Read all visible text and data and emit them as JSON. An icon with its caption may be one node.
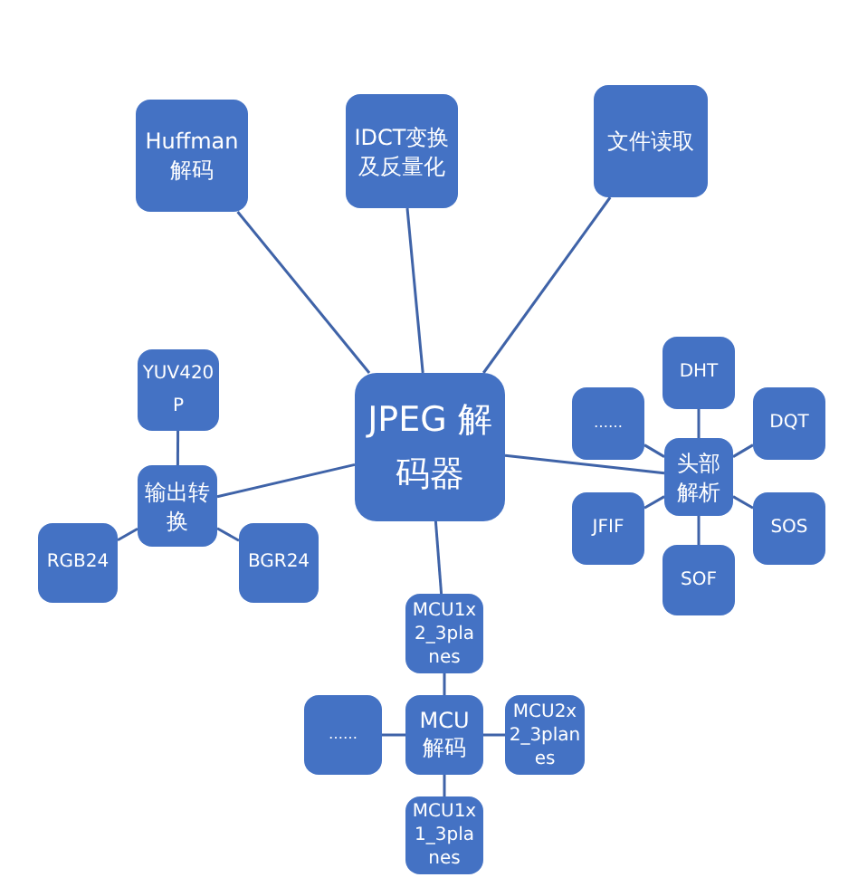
{
  "diagram": {
    "nodes": [
      {
        "text": [
          "JPEG 解码器"
        ]
      },
      {
        "text": [
          "Huffman 解码"
        ]
      },
      {
        "text": [
          "IDCT变换及反量化"
        ]
      },
      {
        "text": [
          "文件读取"
        ]
      },
      {
        "text": [
          "YUV420P"
        ]
      },
      {
        "text": [
          "输出转换"
        ]
      },
      {
        "text": [
          "RGB24"
        ]
      },
      {
        "text": [
          "BGR24"
        ]
      },
      {
        "text": [
          "头部解析"
        ]
      },
      {
        "text": [
          "DHT"
        ]
      },
      {
        "text": [
          "……"
        ]
      },
      {
        "text": [
          "DQT"
        ]
      },
      {
        "text": [
          "JFIF"
        ]
      },
      {
        "text": [
          "SOS"
        ]
      },
      {
        "text": [
          "SOF"
        ]
      },
      {
        "text": [
          "MCU1x2_3planes"
        ]
      },
      {
        "text": [
          "MCU 解码"
        ]
      },
      {
        "text": [
          "……"
        ]
      },
      {
        "text": [
          "MCU2x2_3planes"
        ]
      },
      {
        "text": [
          "MCU1x1_3planes"
        ]
      }
    ],
    "edges": [
      {
        "from": 0,
        "to": 1,
        "arrow": "none"
      },
      {
        "from": 0,
        "to": 2,
        "arrow": "none"
      },
      {
        "from": 0,
        "to": 3,
        "arrow": "none"
      },
      {
        "from": 0,
        "to": 5,
        "arrow": "none"
      },
      {
        "from": 0,
        "to": 8,
        "arrow": "none"
      },
      {
        "from": 0,
        "to": 15,
        "arrow": "none"
      },
      {
        "from": 5,
        "to": 4,
        "arrow": "none"
      },
      {
        "from": 5,
        "to": 6,
        "arrow": "none"
      },
      {
        "from": 5,
        "to": 7,
        "arrow": "none"
      },
      {
        "from": 8,
        "to": 9,
        "arrow": "none"
      },
      {
        "from": 8,
        "to": 10,
        "arrow": "none"
      },
      {
        "from": 8,
        "to": 11,
        "arrow": "none"
      },
      {
        "from": 8,
        "to": 12,
        "arrow": "none"
      },
      {
        "from": 8,
        "to": 13,
        "arrow": "none"
      },
      {
        "from": 8,
        "to": 14,
        "arrow": "none"
      },
      {
        "from": 15,
        "to": 16,
        "arrow": "none"
      },
      {
        "from": 16,
        "to": 17,
        "arrow": "none"
      },
      {
        "from": 16,
        "to": 18,
        "arrow": "none"
      },
      {
        "from": 16,
        "to": 19,
        "arrow": "none"
      }
    ]
  }
}
